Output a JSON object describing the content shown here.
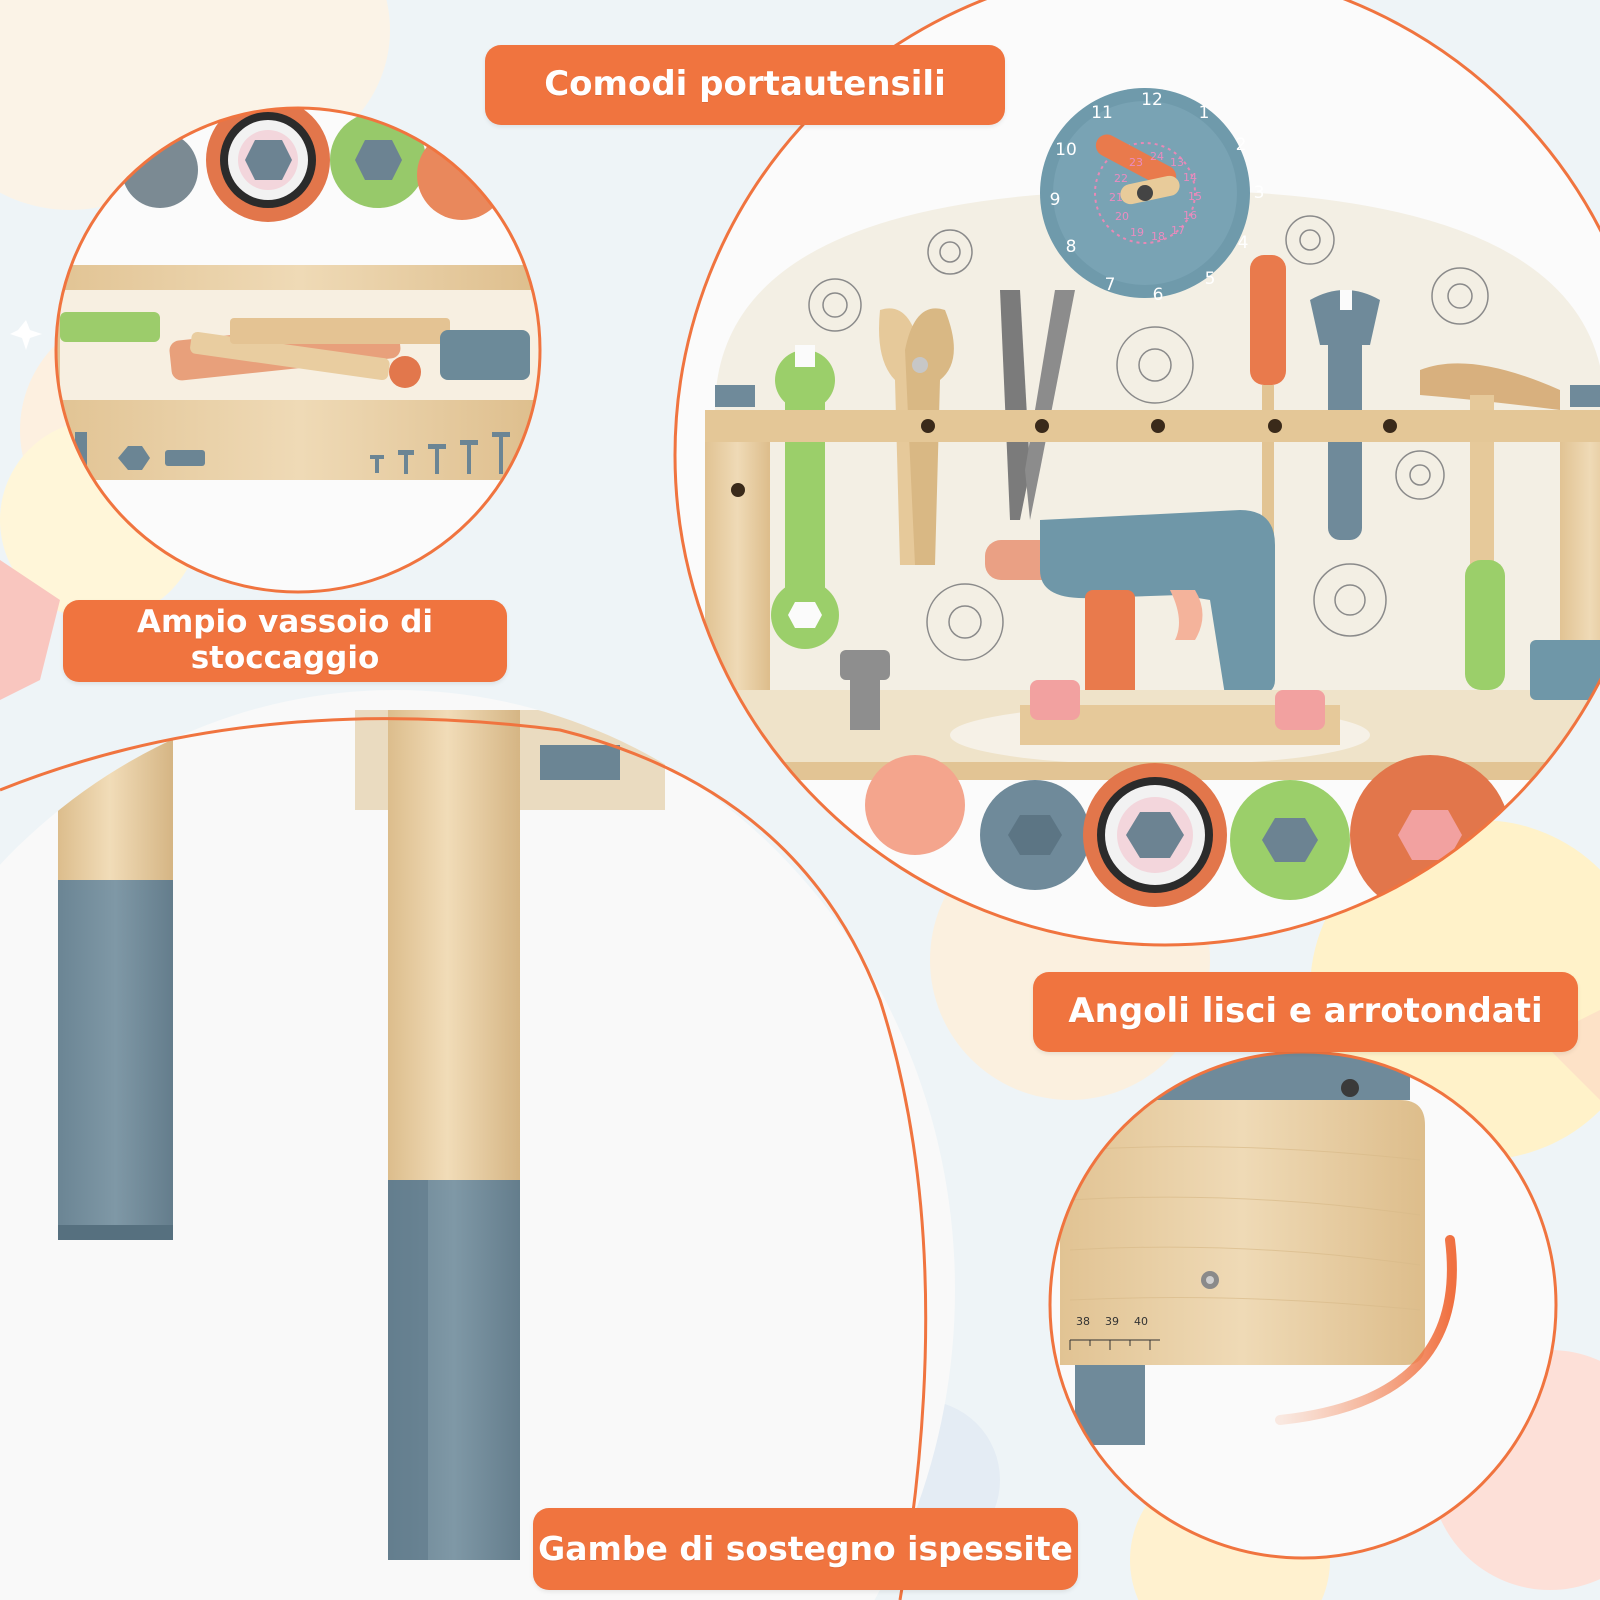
{
  "labels": {
    "tool_holders": "Comodi portautensili",
    "storage_tray": "Ampio vassoio di stoccaggio",
    "rounded_corners": "Angoli lisci e arrotondati",
    "thick_legs": "Gambe di sostegno ispessite"
  },
  "clock": {
    "hours": [
      "12",
      "1",
      "2",
      "3",
      "4",
      "5",
      "6",
      "7",
      "8",
      "9",
      "10",
      "11"
    ],
    "inner": [
      "24",
      "13",
      "14",
      "15",
      "16",
      "17",
      "18",
      "19",
      "20",
      "21",
      "22",
      "23"
    ]
  },
  "ruler_marks": [
    "38",
    "39",
    "40"
  ],
  "colors": {
    "label_bg": "#f0743f",
    "label_text": "#ffffff",
    "circle_border": "#f0743f",
    "wood": "#e8cfa6",
    "slate_blue": "#6f8a9a",
    "tool_green": "#9bcf6a",
    "tool_orange": "#e97a4c"
  }
}
